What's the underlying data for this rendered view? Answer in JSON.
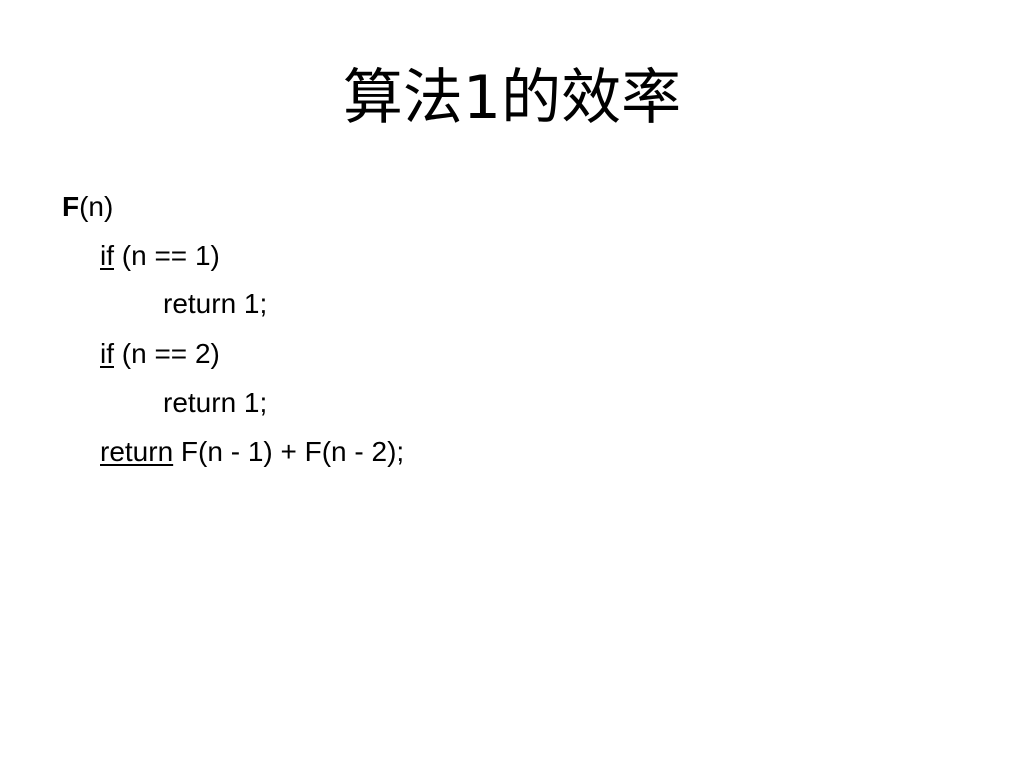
{
  "slide": {
    "title": "算法1的效率",
    "code": {
      "signature": {
        "name": "F",
        "params": "(n)"
      },
      "if1": {
        "keyword": "if",
        "condition": " (n == 1)"
      },
      "ret1": {
        "text": "return 1;"
      },
      "if2": {
        "keyword": "if",
        "condition": " (n == 2)"
      },
      "ret2": {
        "text": "return 1;"
      },
      "final": {
        "keyword": "return",
        "expression": " F(n - 1) + F(n - 2);"
      }
    }
  }
}
